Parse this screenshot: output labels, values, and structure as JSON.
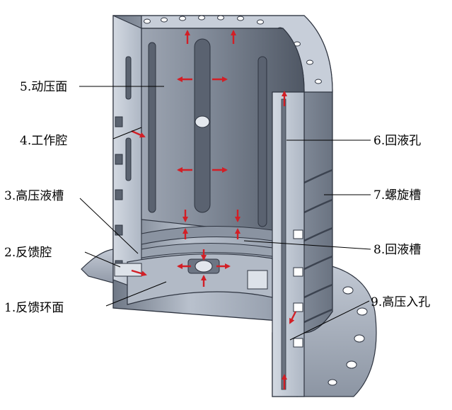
{
  "labels": {
    "l1": "1.反馈环面",
    "l2": "2.反馈腔",
    "l3": "3.高压液槽",
    "l4": "4.工作腔",
    "l5": "5.动压面",
    "l6": "6.回液孔",
    "l7": "7.螺旋槽",
    "l8": "8.回液槽",
    "l9": "9.高压入孔"
  },
  "colors": {
    "body_light": "#c9d0db",
    "body_mid": "#a8b1bf",
    "body_dark": "#7f8896",
    "inner_light": "#b8bfca",
    "inner_dark": "#5f6774",
    "edge": "#2e3440",
    "arrow": "#d21f26"
  }
}
